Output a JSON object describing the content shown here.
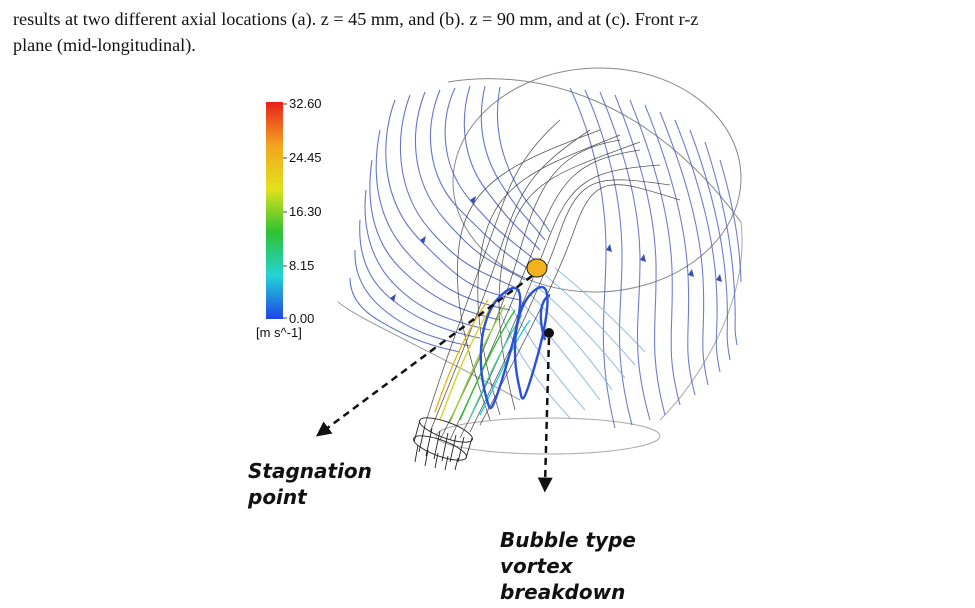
{
  "caption": {
    "line1": "results at two different axial locations (a).  z = 45 mm, and (b).  z = 90 mm, and at (c). Front r-z",
    "line2": "plane (mid-longitudinal)."
  },
  "colorbar": {
    "ticks": [
      "32.60",
      "24.45",
      "16.30",
      "8.15",
      "0.00"
    ],
    "units": "[m s^-1]",
    "gradient": [
      "#e8201b",
      "#f3a41f",
      "#e2e21c",
      "#2ec233",
      "#24d3d6",
      "#1f44e6"
    ]
  },
  "annotations": {
    "stagnation": [
      "Stagnation",
      "point"
    ],
    "vortex": [
      "Bubble type",
      "vortex",
      "breakdown"
    ]
  },
  "colors": {
    "streamline_outer": "#4a5fc0",
    "streamline_light": "#7fb0e0",
    "stagnation_marker": "#f2b21b"
  }
}
